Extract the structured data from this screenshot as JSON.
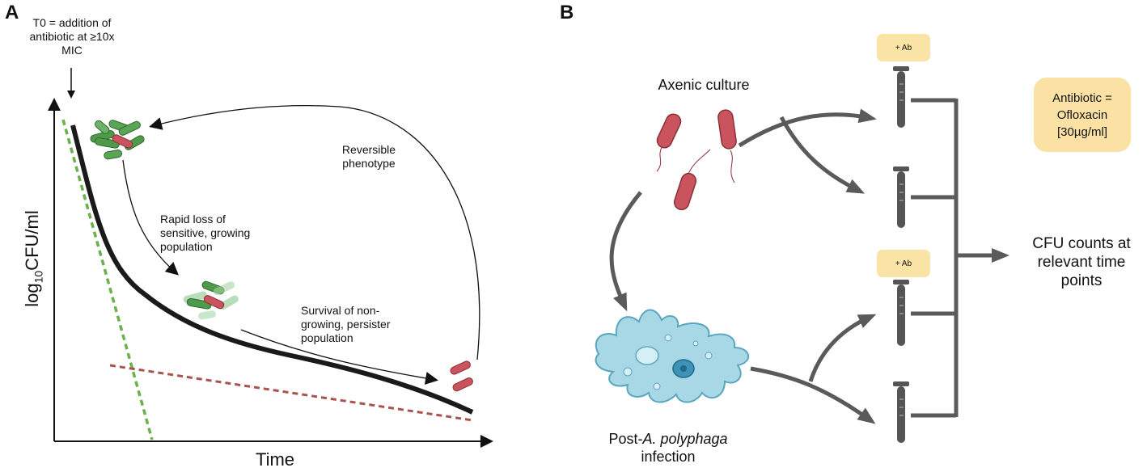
{
  "panel_a": {
    "letter": "A",
    "t0_note": [
      "T0 = addition of",
      "antibiotic at ≥10x",
      "MIC"
    ],
    "ylabel_prefix": "log",
    "ylabel_sub": "10",
    "ylabel_suffix": "CFU/ml",
    "xlabel": "Time",
    "reversible": [
      "Reversible",
      "phenotype"
    ],
    "rapid_loss": [
      "Rapid loss of",
      "sensitive, growing",
      "population"
    ],
    "survival": [
      "Survival of non-",
      "growing, persister",
      "population"
    ]
  },
  "panel_b": {
    "letter": "B",
    "axenic": "Axenic culture",
    "post_prefix": "Post-",
    "post_italic": "A. polyphaga",
    "post_suffix": "infection",
    "ab_badge_1": "+ Ab",
    "ab_badge_2": "+ Ab",
    "antibiotic_box": [
      "Antibiotic =",
      "Ofloxacin",
      "[30µg/ml]"
    ],
    "cfu": [
      "CFU counts at",
      "relevant time",
      "points"
    ]
  },
  "colors": {
    "curve": "#1a1a1a",
    "green_dash": "#6ab04c",
    "red_dash": "#a9534d",
    "bacteria_green": "#4e9a4a",
    "bacteria_red": "#c9545e",
    "arrow_gray": "#5a5a5a",
    "badge": "#f9e3a5",
    "amoeba": "#a8d8e6"
  },
  "icons": [
    "bacteria-cluster-icon",
    "persister-icon",
    "rod-bacterium-icon",
    "test-tube-icon",
    "amoeba-icon"
  ]
}
